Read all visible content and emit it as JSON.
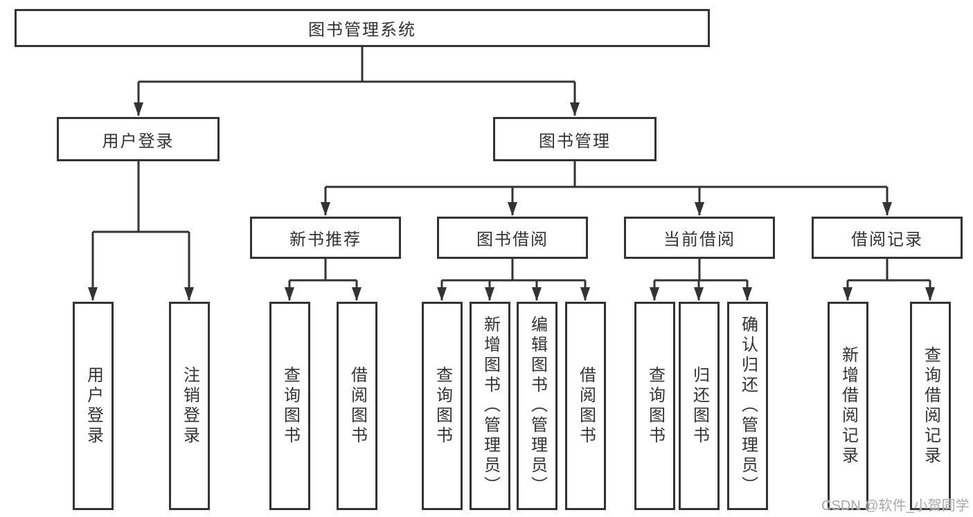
{
  "diagram": {
    "colors": {
      "line": "#333333",
      "text": "#333333",
      "background": "#ffffff",
      "watermark": "#a8a8a8"
    },
    "root": {
      "label": "图书管理系统"
    },
    "level1": {
      "user_login": {
        "label": "用户登录"
      },
      "book_management": {
        "label": "图书管理"
      }
    },
    "level2": {
      "new_book_recommend": {
        "label": "新书推荐"
      },
      "book_borrow": {
        "label": "图书借阅"
      },
      "current_borrow": {
        "label": "当前借阅"
      },
      "borrow_records": {
        "label": "借阅记录"
      }
    },
    "leaves": {
      "user_login": {
        "label": "用户登录"
      },
      "logout": {
        "label": "注销登录"
      },
      "nb_query_books": {
        "label": "查询图书"
      },
      "nb_borrow_books": {
        "label": "借阅图书"
      },
      "bb_query_books": {
        "label": "查询图书"
      },
      "bb_add_books": {
        "label": "新增图书（管理员）"
      },
      "bb_edit_books": {
        "label": "编辑图书（管理员）"
      },
      "bb_borrow_books": {
        "label": "借阅图书"
      },
      "cb_query_books": {
        "label": "查询图书"
      },
      "cb_return_books": {
        "label": "归还图书"
      },
      "cb_confirm_return": {
        "label": "确认归还（管理员）"
      },
      "br_add_record": {
        "label": "新增借阅记录"
      },
      "br_query_record": {
        "label": "查询借阅记录"
      }
    },
    "watermark": "CSDN @软件_小贺同学"
  }
}
